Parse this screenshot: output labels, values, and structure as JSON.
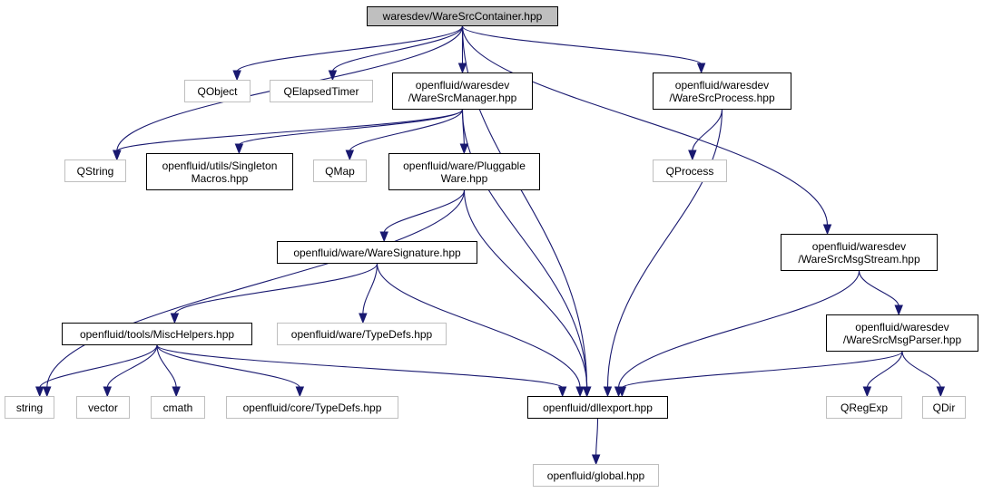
{
  "colors": {
    "edge": "#191970",
    "root_fill": "#bfbfbf",
    "external_border": "#bfbfbf",
    "internal_border": "#000000"
  },
  "nodes": {
    "root": {
      "label": "waresdev/WareSrcContainer.hpp",
      "kind": "root"
    },
    "qobject": {
      "label": "QObject",
      "kind": "external"
    },
    "qelapsedtimer": {
      "label": "QElapsedTimer",
      "kind": "external"
    },
    "waresrcmanager": {
      "label": "openfluid/waresdev\n/WareSrcManager.hpp",
      "kind": "internal"
    },
    "waresrcprocess": {
      "label": "openfluid/waresdev\n/WareSrcProcess.hpp",
      "kind": "internal"
    },
    "qstring": {
      "label": "QString",
      "kind": "external"
    },
    "singletonmacros": {
      "label": "openfluid/utils/Singleton\nMacros.hpp",
      "kind": "internal"
    },
    "qmap": {
      "label": "QMap",
      "kind": "external"
    },
    "pluggableware": {
      "label": "openfluid/ware/Pluggable\nWare.hpp",
      "kind": "internal"
    },
    "qprocess": {
      "label": "QProcess",
      "kind": "external"
    },
    "waresrcmsgstream": {
      "label": "openfluid/waresdev\n/WareSrcMsgStream.hpp",
      "kind": "internal"
    },
    "waresignature": {
      "label": "openfluid/ware/WareSignature.hpp",
      "kind": "internal"
    },
    "mischelpers": {
      "label": "openfluid/tools/MiscHelpers.hpp",
      "kind": "internal"
    },
    "waretypedefs": {
      "label": "openfluid/ware/TypeDefs.hpp",
      "kind": "external"
    },
    "waresrcmsgparser": {
      "label": "openfluid/waresdev\n/WareSrcMsgParser.hpp",
      "kind": "internal"
    },
    "string": {
      "label": "string",
      "kind": "external"
    },
    "vector": {
      "label": "vector",
      "kind": "external"
    },
    "cmath": {
      "label": "cmath",
      "kind": "external"
    },
    "coretypedefs": {
      "label": "openfluid/core/TypeDefs.hpp",
      "kind": "external"
    },
    "dllexport": {
      "label": "openfluid/dllexport.hpp",
      "kind": "internal"
    },
    "qregexp": {
      "label": "QRegExp",
      "kind": "external"
    },
    "qdir": {
      "label": "QDir",
      "kind": "external"
    },
    "global": {
      "label": "openfluid/global.hpp",
      "kind": "external"
    }
  },
  "edges": [
    [
      "root",
      "qstring"
    ],
    [
      "root",
      "qobject"
    ],
    [
      "root",
      "qelapsedtimer"
    ],
    [
      "root",
      "waresrcmanager"
    ],
    [
      "root",
      "dllexport"
    ],
    [
      "root",
      "waresrcprocess"
    ],
    [
      "root",
      "waresrcmsgstream"
    ],
    [
      "waresrcmanager",
      "qstring"
    ],
    [
      "waresrcmanager",
      "singletonmacros"
    ],
    [
      "waresrcmanager",
      "qmap"
    ],
    [
      "waresrcmanager",
      "pluggableware"
    ],
    [
      "waresrcmanager",
      "dllexport"
    ],
    [
      "waresrcprocess",
      "qprocess"
    ],
    [
      "waresrcprocess",
      "dllexport"
    ],
    [
      "pluggableware",
      "string"
    ],
    [
      "pluggableware",
      "waresignature"
    ],
    [
      "pluggableware",
      "dllexport"
    ],
    [
      "waresignature",
      "mischelpers"
    ],
    [
      "waresignature",
      "waretypedefs"
    ],
    [
      "waresignature",
      "dllexport"
    ],
    [
      "mischelpers",
      "string"
    ],
    [
      "mischelpers",
      "vector"
    ],
    [
      "mischelpers",
      "cmath"
    ],
    [
      "mischelpers",
      "coretypedefs"
    ],
    [
      "mischelpers",
      "dllexport"
    ],
    [
      "waresrcmsgstream",
      "dllexport"
    ],
    [
      "waresrcmsgstream",
      "waresrcmsgparser"
    ],
    [
      "waresrcmsgparser",
      "dllexport"
    ],
    [
      "waresrcmsgparser",
      "qregexp"
    ],
    [
      "waresrcmsgparser",
      "qdir"
    ],
    [
      "dllexport",
      "global"
    ]
  ]
}
